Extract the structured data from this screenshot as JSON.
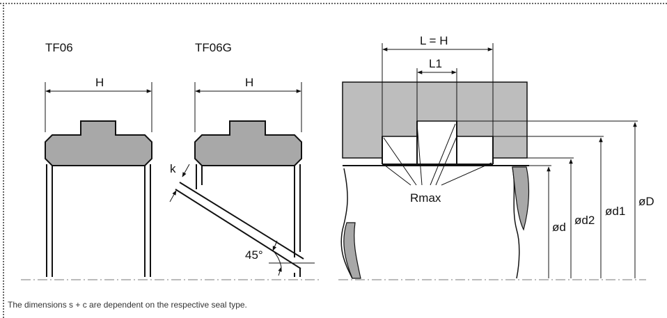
{
  "labels": {
    "tf06": "TF06",
    "tf06g": "TF06G",
    "h1": "H",
    "h2": "H",
    "l_eq_h": "L = H",
    "l1": "L1",
    "k": "k",
    "angle": "45°",
    "rmax": "Rmax",
    "od": "ød",
    "od2": "ød2",
    "od1": "ød1",
    "oD": "øD"
  },
  "caption": "The dimensions s + c are dependent on the respective seal type.",
  "colors": {
    "seal_fill": "#a8a8a8",
    "housing_fill": "#bdbdbd",
    "line": "#111111",
    "dash_line": "#777777"
  }
}
